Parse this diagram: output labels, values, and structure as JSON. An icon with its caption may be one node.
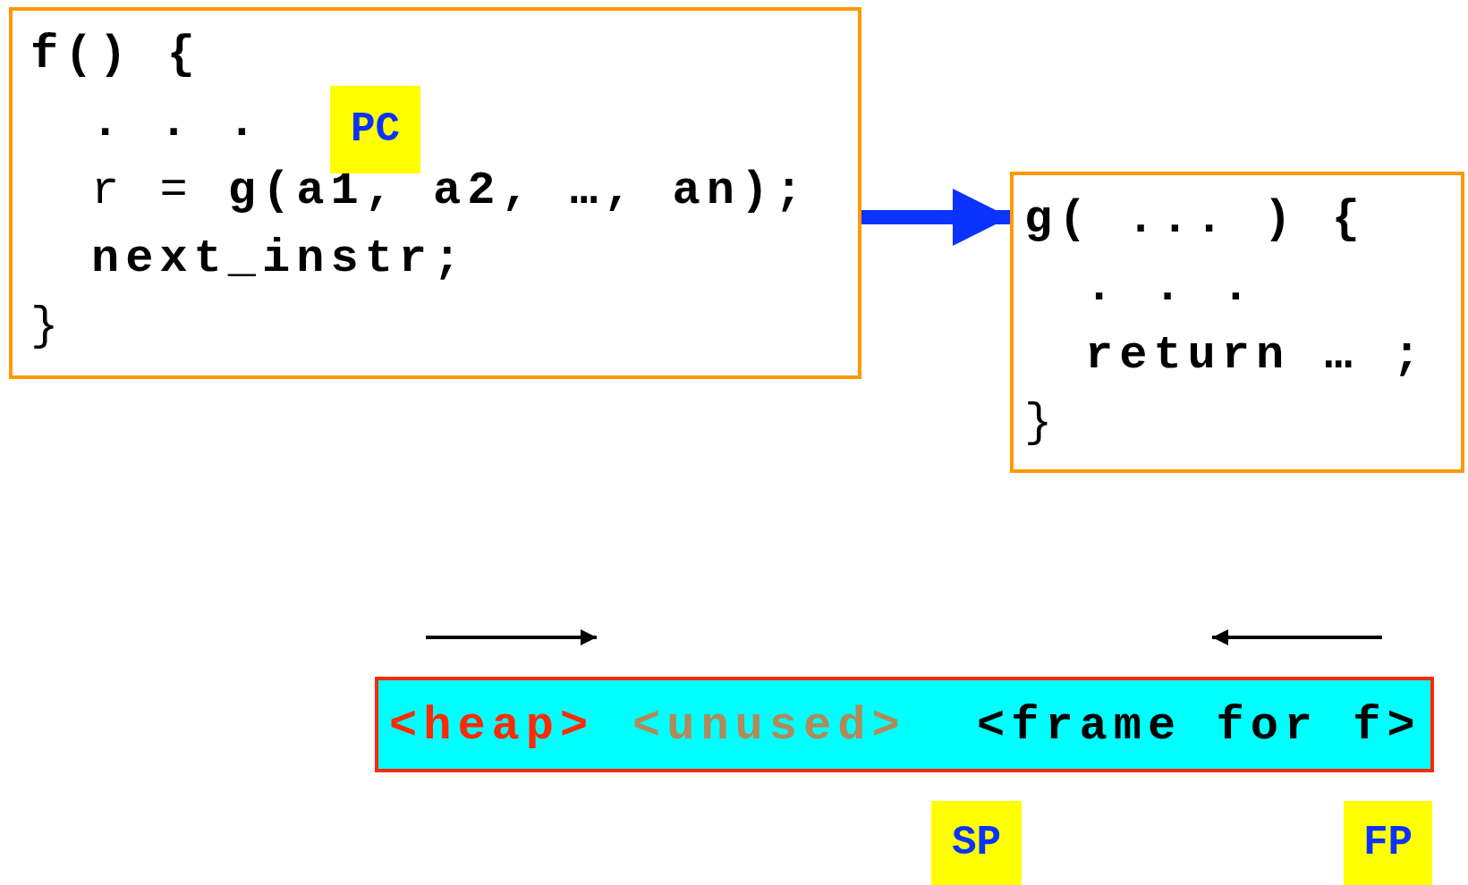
{
  "diagram": {
    "nodes": [
      {
        "text": [
          "**f() {**",
          "**. . .**",
          "r = **g(a1, a2, …, an);**",
          "**next_instr;**",
          "}"
        ]
      },
      {
        "text": [
          "PC"
        ],
        "in": 0
      },
      {
        "text": [
          "**g( ... ) {**",
          "**. . .**",
          "**return … ;**",
          "}"
        ]
      },
      {
        "text": [
          "<heap>",
          "<unused>",
          "<frame for f>"
        ]
      },
      {
        "text": [
          "SP"
        ]
      },
      {
        "text": [
          "FP"
        ]
      }
    ],
    "edges": [
      {
        "from": 0,
        "to": 2,
        "arrow": "to",
        "color": "#0a33ff"
      }
    ]
  }
}
